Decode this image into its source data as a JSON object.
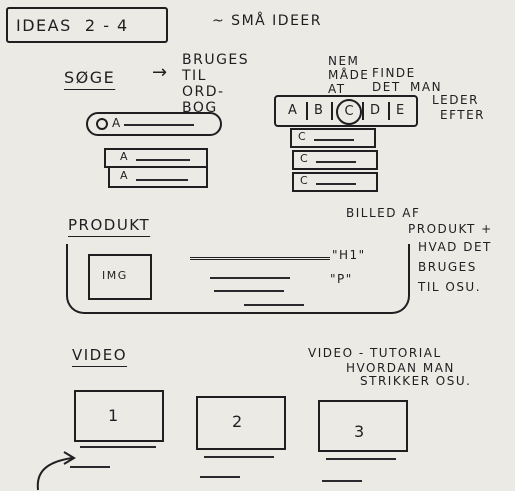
{
  "header": {
    "title": "IDEAS  2 - 4",
    "subtitle": "~ SMÅ IDEER"
  },
  "search": {
    "title": "SØGE",
    "note_lines": [
      "BRUGES TIL ORD-BOG",
      "NEM MÅDE AT",
      "FINDE DET",
      "MAN",
      "LEDER",
      "EFTER"
    ],
    "input_placeholder": "A",
    "result_items": [
      "A",
      "A"
    ],
    "alphabet": [
      "A",
      "B",
      "C",
      "D",
      "E"
    ],
    "letter_items": [
      "C",
      "C",
      "C"
    ]
  },
  "product": {
    "title": "PRODUKT",
    "img_label": "IMG",
    "h1_label": "\"H1\"",
    "p_label": "\"P\"",
    "note_lines": [
      "BILLED AF",
      "PRODUKT +",
      "HVAD DET",
      "BRUGES",
      "TIL OSU."
    ]
  },
  "video": {
    "title": "VIDEO",
    "note_lines": [
      "VIDEO - TUTORIAL",
      "HVORDAN MAN",
      "STRIKKER OSU."
    ],
    "thumbnails": [
      "1",
      "2",
      "3"
    ]
  }
}
